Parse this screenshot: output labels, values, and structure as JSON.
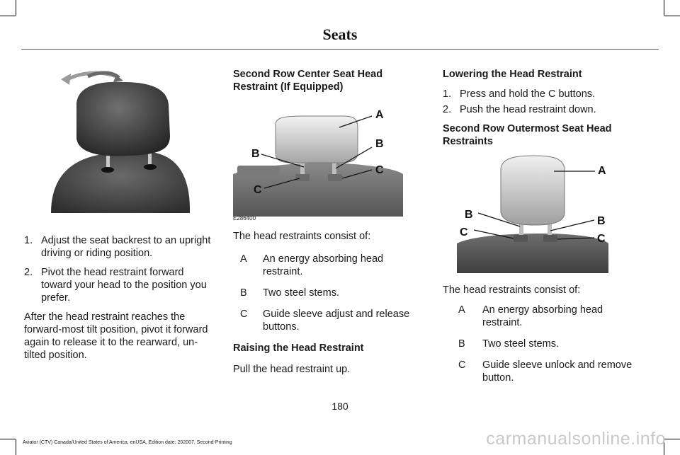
{
  "header": {
    "title": "Seats"
  },
  "col1": {
    "steps": [
      {
        "num": "1.",
        "text": "Adjust the seat backrest to an upright driving or riding position."
      },
      {
        "num": "2.",
        "text": "Pivot the head restraint forward toward your head to the position you prefer."
      }
    ],
    "paragraph": "After the head restraint reaches the forward-most tilt position, pivot it forward again to release it to the rearward, un-tilted position."
  },
  "col2": {
    "heading": "Second Row Center Seat Head Restraint (If Equipped)",
    "figure_code": "E286400",
    "figure_labels": {
      "a": "A",
      "b_left": "B",
      "b_right": "B",
      "c_left": "C",
      "c_right": "C"
    },
    "consists_of": "The head restraints consist of:",
    "key": [
      {
        "letter": "A",
        "text": "An energy absorbing head restraint."
      },
      {
        "letter": "B",
        "text": "Two steel stems."
      },
      {
        "letter": "C",
        "text": "Guide sleeve adjust and release buttons."
      }
    ],
    "raising_heading": "Raising the Head Restraint",
    "raising_text": "Pull the head restraint up."
  },
  "col3": {
    "lowering_heading": "Lowering the Head Restraint",
    "steps": [
      {
        "num": "1.",
        "text": "Press and hold the C buttons."
      },
      {
        "num": "2.",
        "text": "Push the head restraint down."
      }
    ],
    "outer_heading": "Second Row Outermost Seat Head Restraints",
    "figure_labels": {
      "a": "A",
      "b_left": "B",
      "b_right": "B",
      "c_left": "C",
      "c_right": "C"
    },
    "consists_of": "The head restraints consist of:",
    "key": [
      {
        "letter": "A",
        "text": "An energy absorbing head restraint."
      },
      {
        "letter": "B",
        "text": "Two steel stems."
      },
      {
        "letter": "C",
        "text": "Guide sleeve unlock and remove button."
      }
    ]
  },
  "footer": {
    "page_number": "180",
    "edition": "Aviator (CTV) Canada/United States of America, enUSA, Edition date: 202007, Second-Printing",
    "watermark": "carmanualsonline.info"
  }
}
